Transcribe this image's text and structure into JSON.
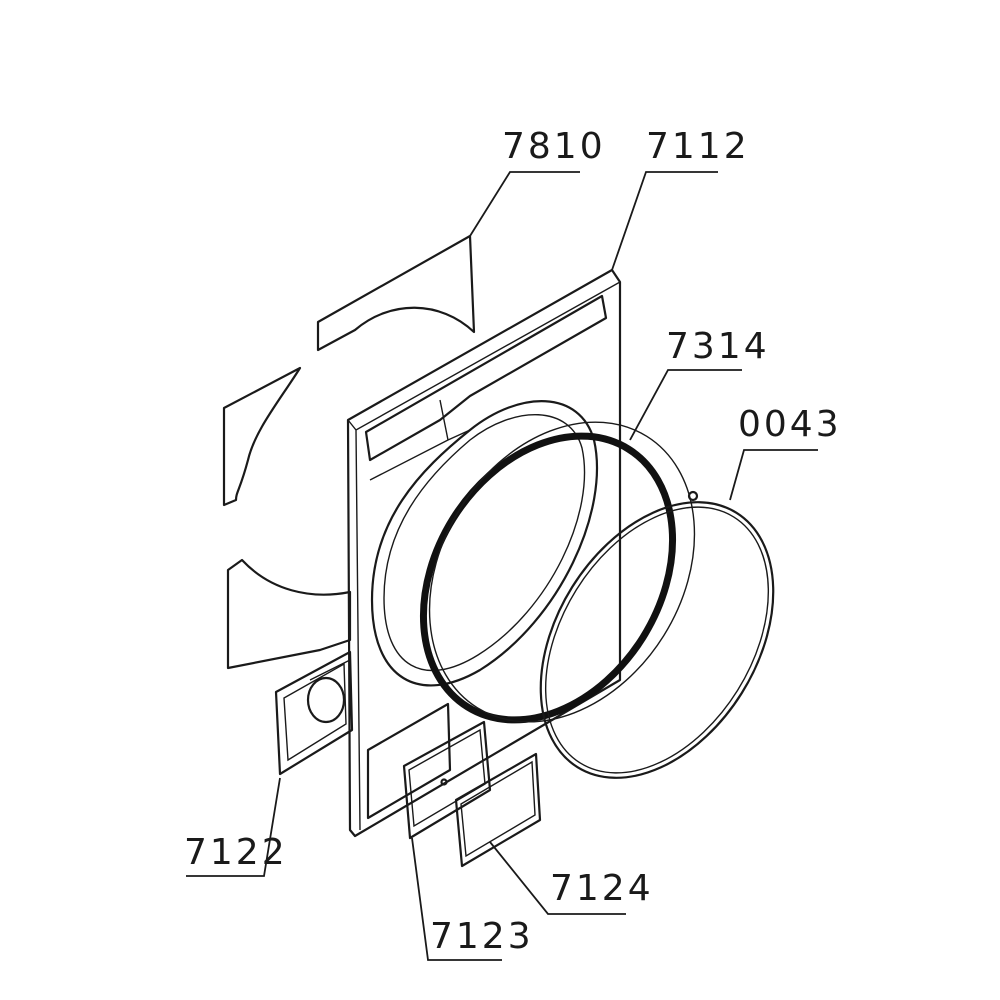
{
  "diagram": {
    "part_labels": [
      {
        "id": "7810",
        "text": "7810"
      },
      {
        "id": "7112",
        "text": "7112"
      },
      {
        "id": "7314",
        "text": "7314"
      },
      {
        "id": "0043",
        "text": "0043"
      },
      {
        "id": "7122",
        "text": "7122"
      },
      {
        "id": "7124",
        "text": "7124"
      },
      {
        "id": "7123",
        "text": "7123"
      }
    ]
  }
}
